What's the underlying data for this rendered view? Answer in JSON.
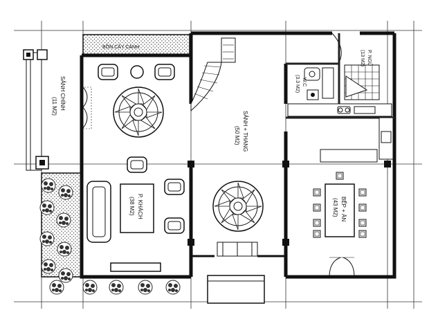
{
  "rooms": {
    "garden_top": "BỒN CÂY CẢNH",
    "hall_main": {
      "name": "SẢNH CHÍNH",
      "area": "(11 M2)"
    },
    "lobby": {
      "name": "SẢNH + THANG",
      "area": "(50 M2)"
    },
    "wc": {
      "name": "W.C",
      "area": "(3.3 M2)"
    },
    "pantry": {
      "name": "P. NGỦ",
      "area": "(13 M2)"
    },
    "living": {
      "name": "P. KHÁCH",
      "area": "(38 M2)"
    },
    "kitchen": {
      "name": "BẾP + ĂN",
      "area": "(43 M2)"
    }
  },
  "colors": {
    "line": "#111111",
    "background": "#ffffff",
    "hatch": "#555555"
  }
}
